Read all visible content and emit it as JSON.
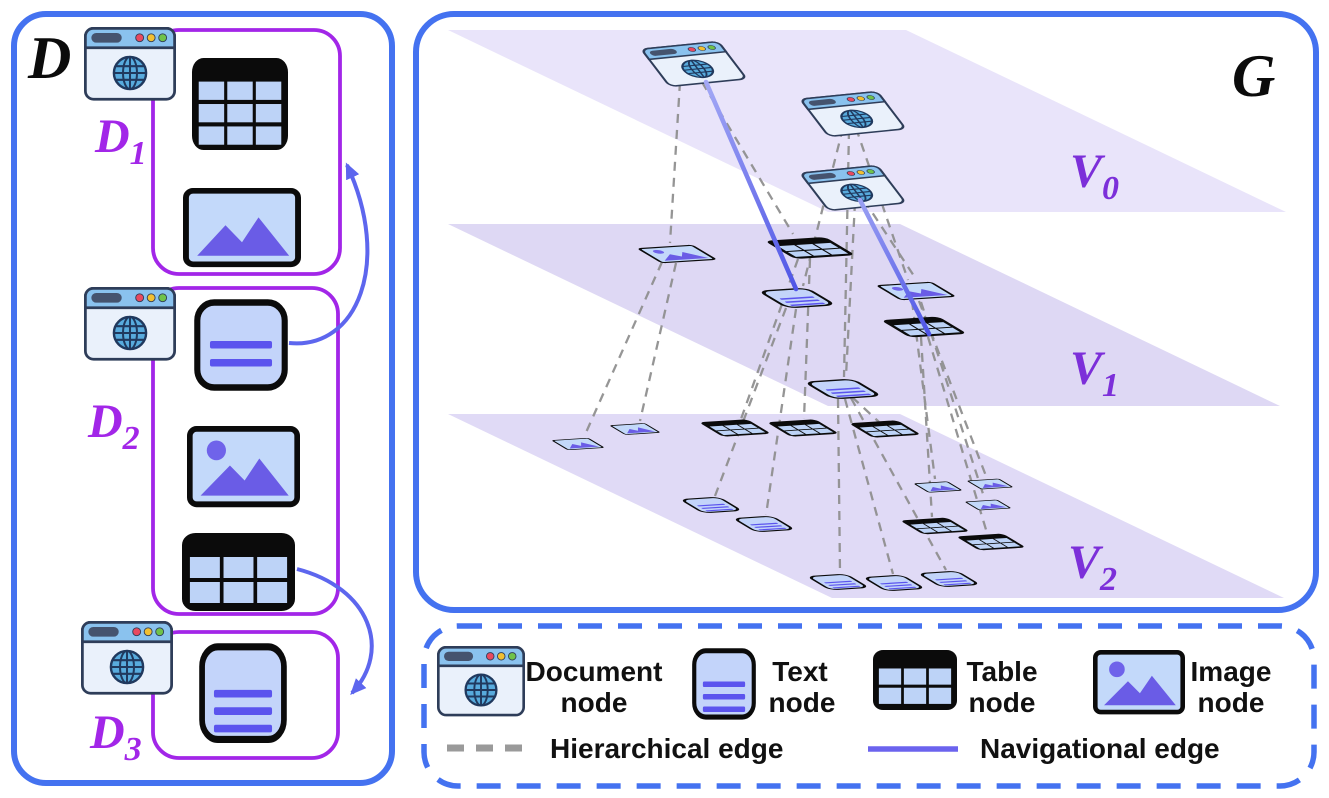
{
  "figure": {
    "type": "document-graph-construction-diagram",
    "colors": {
      "panel_border_blue": "#4472f0",
      "document_box_purple": "#a226e8",
      "doc_label_purple": "#a226e8",
      "layer_label_purple": "#7c2fd9",
      "plane_lavender_v0": "#e9e4fa",
      "plane_lavender_v1": "#ded8f4",
      "plane_lavender_v2": "#e0daf6",
      "hierarchical_edge_gray": "#909090",
      "navigational_edge_blue": "#6b66ee",
      "node_fill_blue": "#c3d6fa",
      "node_accent_purple": "#5f55ee",
      "node_border_black": "#0b0b0b"
    }
  },
  "left_panel": {
    "label": "D",
    "documents": [
      {
        "label_main": "D",
        "label_sub": "1",
        "icon": "document-icon",
        "child_nodes": [
          "table",
          "image"
        ]
      },
      {
        "label_main": "D",
        "label_sub": "2",
        "icon": "document-icon",
        "child_nodes": [
          "text",
          "image",
          "table"
        ]
      },
      {
        "label_main": "D",
        "label_sub": "3",
        "icon": "document-icon",
        "child_nodes": [
          "text"
        ]
      }
    ],
    "nav_arrows": [
      {
        "from": "D2-text-node",
        "to": "D1"
      },
      {
        "from": "D2-table-node",
        "to": "D3"
      }
    ]
  },
  "right_panel": {
    "label": "G",
    "layers": [
      {
        "label_main": "V",
        "label_sub": "0",
        "nodes": [
          "document",
          "document",
          "document"
        ]
      },
      {
        "label_main": "V",
        "label_sub": "1",
        "nodes": [
          "image",
          "table",
          "text",
          "image",
          "table",
          "text"
        ]
      },
      {
        "label_main": "V",
        "label_sub": "2",
        "nodes": [
          "image",
          "image",
          "table",
          "table",
          "table",
          "text",
          "text",
          "image",
          "image",
          "image",
          "table",
          "table",
          "text",
          "text",
          "text"
        ]
      }
    ],
    "edge_types": [
      "hierarchical",
      "navigational"
    ]
  },
  "legend": {
    "items": [
      {
        "icon": "document-icon",
        "label_line1": "Document",
        "label_line2": "node"
      },
      {
        "icon": "text-icon",
        "label_line1": "Text",
        "label_line2": "node"
      },
      {
        "icon": "table-icon",
        "label_line1": "Table",
        "label_line2": "node"
      },
      {
        "icon": "image-icon",
        "label_line1": "Image",
        "label_line2": "node"
      }
    ],
    "edge_items": [
      {
        "style": "hierarchical",
        "label": "Hierarchical edge"
      },
      {
        "style": "navigational",
        "label": "Navigational edge"
      }
    ]
  }
}
